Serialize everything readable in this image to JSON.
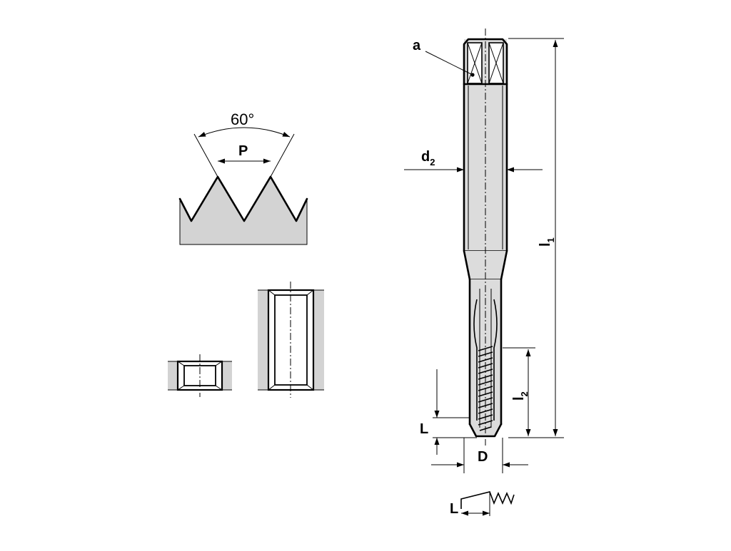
{
  "labels": {
    "angle": "60°",
    "pitch": "P",
    "square": "a",
    "shank_d": "d",
    "shank_d_sub": "2",
    "length_total": "l",
    "length_total_sub": "1",
    "length_thread": "l",
    "length_thread_sub": "2",
    "chamfer": "L",
    "diameter": "D",
    "chamfer_detail": "L"
  },
  "colors": {
    "line": "#000000",
    "fill": "#d3d3d3",
    "background": "#ffffff"
  }
}
